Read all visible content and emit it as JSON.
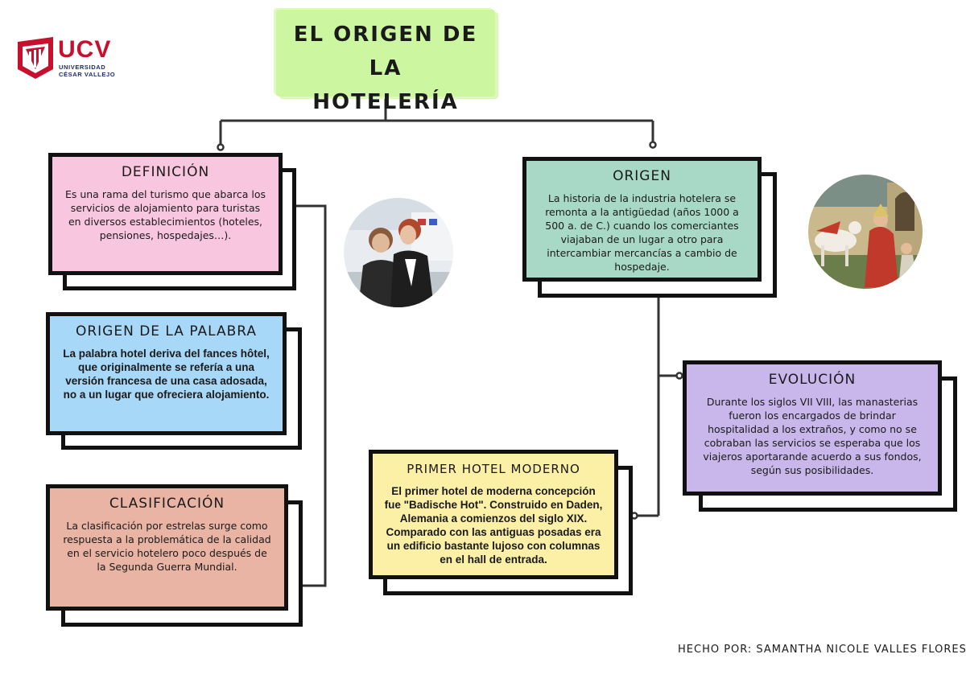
{
  "logo": {
    "abbr": "UCV",
    "line1": "Universidad",
    "line2": "César Vallejo",
    "color": "#c8102e"
  },
  "title": {
    "line1": "EL ORIGEN DE LA",
    "line2": "HOTELERÍA"
  },
  "nodes": {
    "definicion": {
      "title": "DEFINICIÓN",
      "text": "Es una rama del turismo que abarca los servicios de alojamiento para turistas en diversos establecimientos (hoteles, pensiones, hospedajes…).",
      "color": "#f9c6df"
    },
    "origen_palabra": {
      "title": "ORIGEN DE LA PALABRA",
      "text": "La palabra hotel deriva del fances hôtel, que originalmente se refería a una versión francesa de una casa adosada, no a un lugar que ofreciera alojamiento.",
      "color": "#a8d8f8"
    },
    "clasificacion": {
      "title": "CLASIFICACIÓN",
      "text": "La clasificación por estrelas surge como respuesta a la problemática de la calidad en el servicio hotelero poco después de la Segunda Guerra Mundial.",
      "color": "#e9b4a4"
    },
    "origen": {
      "title": "ORIGEN",
      "text": "La historia de la industria hotelera se remonta a la antigüedad (años 1000 a 500 a. de C.) cuando los comerciantes viajaban de un lugar a otro para intercambiar mercancías a cambio de hospedaje.",
      "color": "#a8d9c6"
    },
    "evolucion": {
      "title": "EVOLUCIÓN",
      "text": "Durante los siglos VII VIII, las manasterias fueron los encargados de brindar hospitalidad a los extraños, y como no se cobraban las servicios se esperaba que los viajeros aportarande acuerdo a sus fondos, según sus posibilidades.",
      "color": "#c9b6ea"
    },
    "primer_hotel": {
      "title": "PRIMER HOTEL MODERNO",
      "text": "El primer hotel de moderna concepción fue \"Badische Hot\". Construido en Daden, Alemania a comienzos del siglo XIX. Comparado con las antiguas posadas era un edificio bastante lujoso con columnas en el hall de entrada.",
      "color": "#fcefa6"
    }
  },
  "images": {
    "left": "business-women-photo",
    "right": "medieval-painting-photo"
  },
  "credit": "HECHO POR: SAMANTHA NICOLE VALLES FLORES"
}
